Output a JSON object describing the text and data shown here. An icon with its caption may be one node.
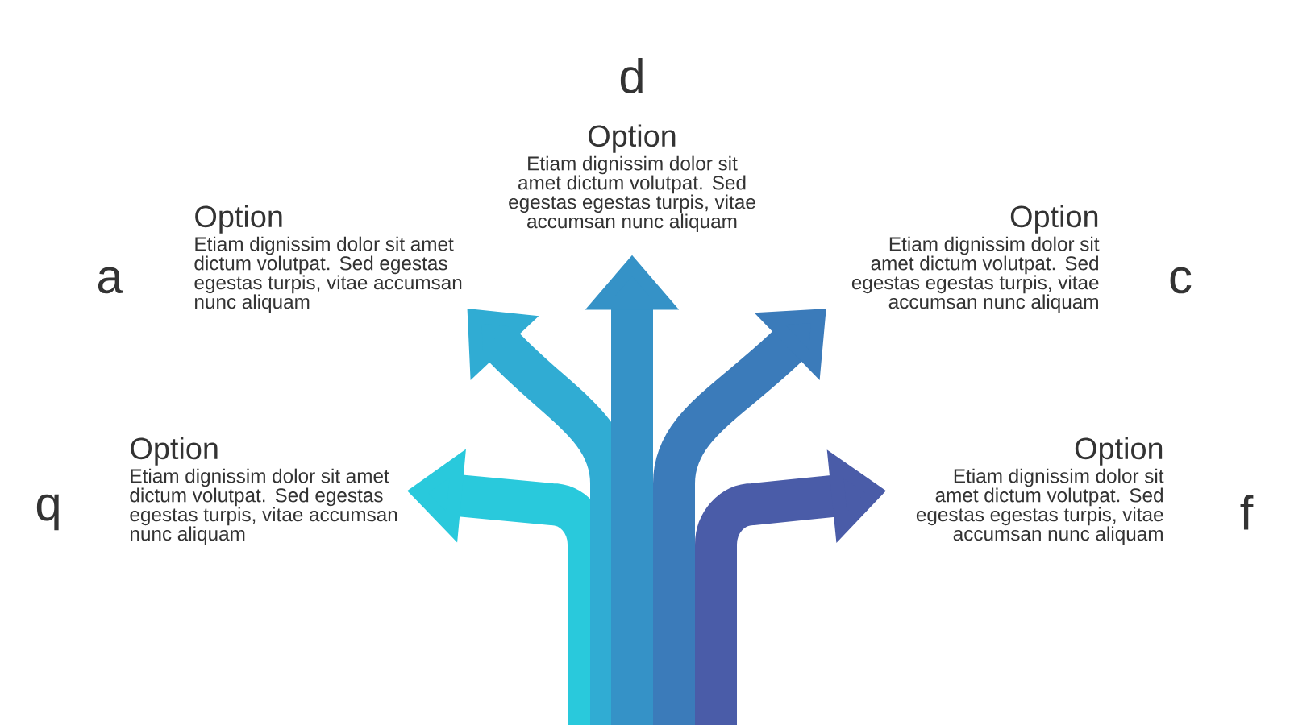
{
  "diagram": {
    "nodes": [
      {
        "text": [
          "Option",
          "Etiam dignissim dolor sit amet dictum volutpat. Sed egestas egestas turpis, vitae accumsan nunc aliquam"
        ],
        "beside": [
          "d"
        ]
      },
      {
        "text": [
          "Option",
          "Etiam dignissim dolor sit amet dictum volutpat. Sed egestas egestas turpis, vitae accumsan nunc aliquam"
        ],
        "beside": [
          "a"
        ]
      },
      {
        "text": [
          "Option",
          "Etiam dignissim dolor sit amet dictum volutpat. Sed egestas egestas turpis, vitae accumsan nunc aliquam"
        ],
        "beside": [
          "c"
        ]
      },
      {
        "text": [
          "Option",
          "Etiam dignissim dolor sit amet dictum volutpat. Sed egestas egestas turpis, vitae accumsan nunc aliquam"
        ],
        "beside": [
          "q"
        ]
      },
      {
        "text": [
          "Option",
          "Etiam dignissim dolor sit amet dictum volutpat. Sed egestas egestas turpis, vitae accumsan nunc aliquam"
        ],
        "beside": [
          "f"
        ]
      }
    ],
    "edges": [
      {
        "from": null,
        "to": 3,
        "arrow": "to",
        "color": "#29c9dc"
      },
      {
        "from": null,
        "to": 4,
        "arrow": "to",
        "color": "#4a5ca8"
      },
      {
        "from": null,
        "to": 1,
        "arrow": "to",
        "color": "#30acd3"
      },
      {
        "from": null,
        "to": 2,
        "arrow": "to",
        "color": "#3b7bba"
      },
      {
        "from": null,
        "to": 0,
        "arrow": "to",
        "color": "#3592c7"
      }
    ]
  }
}
